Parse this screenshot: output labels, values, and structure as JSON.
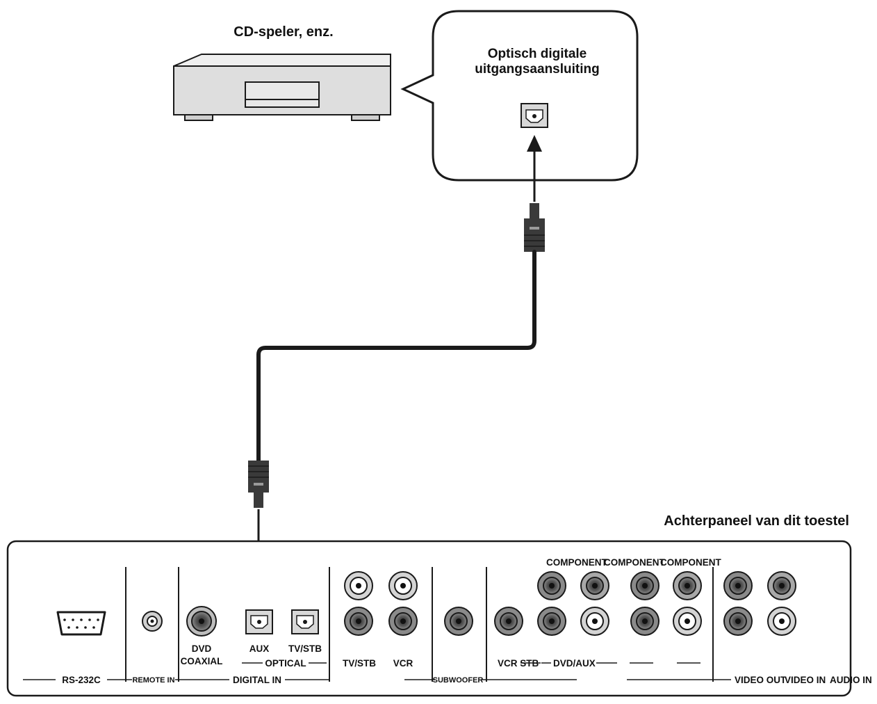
{
  "labels": {
    "source_device": "CD-speler, enz.",
    "bubble_line1": "Optisch digitale",
    "bubble_line2": "uitgangsaansluiting",
    "panel_caption": "Achterpaneel van dit toestel"
  },
  "panel": {
    "component_1": "COMPONENT",
    "component_2": "COMPONENT",
    "component_3": "COMPONENT",
    "dvd": "DVD",
    "coaxial": "COAXIAL",
    "aux": "AUX",
    "tv_stb_optical": "TV/STB",
    "optical": "OPTICAL",
    "tv_stb": "TV/STB",
    "vcr": "VCR",
    "vcr_stb": "VCR STB",
    "dvd_aux": "DVD/AUX",
    "rs232c": "RS-232C",
    "remote_in": "REMOTE IN",
    "digital_in": "DIGITAL IN",
    "subwoofer": "SUBWOOFER",
    "video_out": "VIDEO OUT",
    "video_in": "VIDEO IN",
    "audio_in": "AUDIO IN"
  },
  "colors": {
    "line": "#1a1a1a",
    "device_fill": "#e4e4e4",
    "device_front": "#cfcfcf",
    "jack_dark": "#6a6a6a",
    "jack_light": "#f2f2f2",
    "plug": "#3a3a3a"
  }
}
